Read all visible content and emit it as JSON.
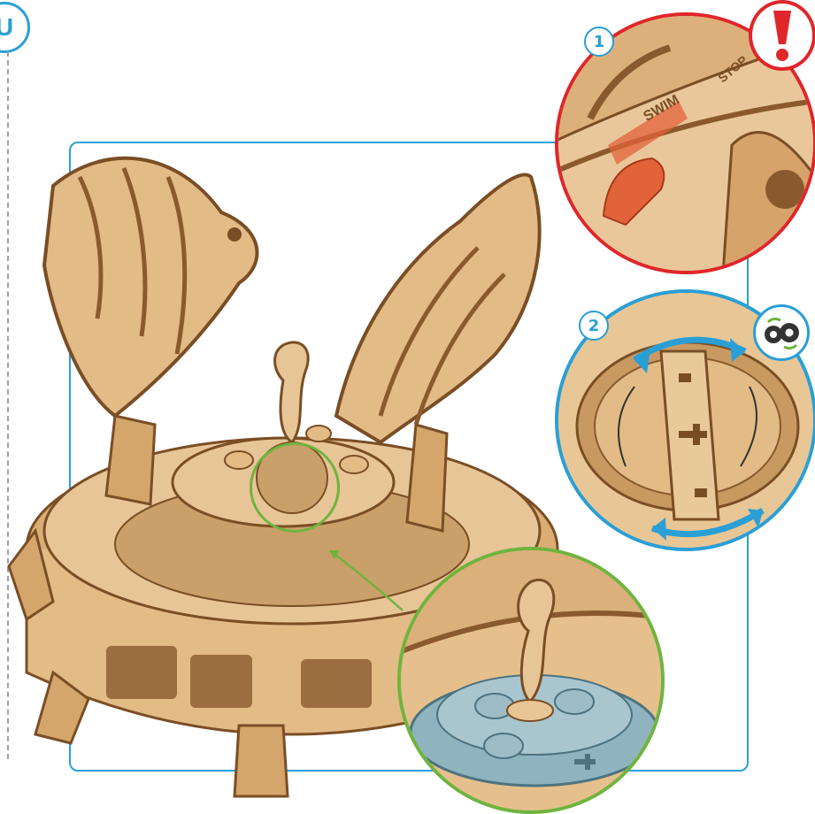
{
  "stage_number": "U",
  "callouts": [
    {
      "number": "1",
      "texts": [
        "SWIM",
        "STOP"
      ]
    },
    {
      "number": "2"
    }
  ],
  "icons": {
    "warning": "exclamation-warning-icon",
    "gears": "gears-icon"
  },
  "colors": {
    "frame_blue": "#2a9fd6",
    "warning_red": "#e0262a",
    "detail_green": "#6fb43f",
    "wood": "#e2bb86",
    "wood_dark": "#8a5a2e",
    "highlight_blue": "#8fb4c0",
    "lever_orange": "#e2623a"
  }
}
